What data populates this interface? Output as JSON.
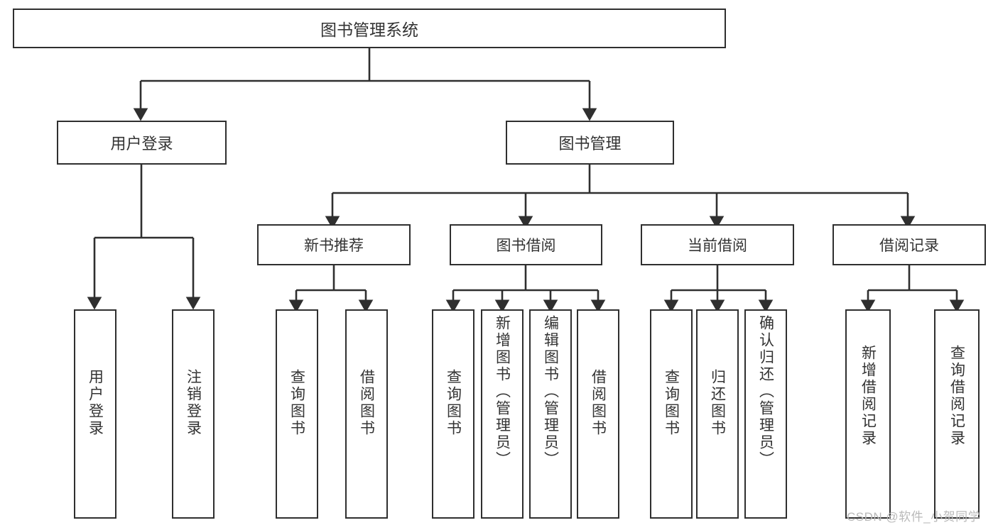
{
  "diagram": {
    "title": "图书管理系统",
    "type": "hierarchy-tree",
    "root": {
      "label": "图书管理系统"
    },
    "level2": [
      {
        "label": "用户登录"
      },
      {
        "label": "图书管理"
      }
    ],
    "level3": [
      {
        "label": "新书推荐"
      },
      {
        "label": "图书借阅"
      },
      {
        "label": "当前借阅"
      },
      {
        "label": "借阅记录"
      }
    ],
    "leaves": {
      "user_login": [
        {
          "label": "用户登录"
        },
        {
          "label": "注销登录"
        }
      ],
      "new_book_recommend": [
        {
          "label": "查询图书"
        },
        {
          "label": "借阅图书"
        }
      ],
      "book_borrow": [
        {
          "label": "查询图书"
        },
        {
          "label": "新增图书（管理员）"
        },
        {
          "label": "编辑图书（管理员）"
        },
        {
          "label": "借阅图书"
        }
      ],
      "current_borrow": [
        {
          "label": "查询图书"
        },
        {
          "label": "归还图书"
        },
        {
          "label": "确认归还（管理员）"
        }
      ],
      "borrow_record": [
        {
          "label": "新增借阅记录"
        },
        {
          "label": "查询借阅记录"
        }
      ]
    }
  },
  "watermark": {
    "text": "CSDN @软件_小贺同学"
  },
  "colors": {
    "stroke": "#2f2f2f",
    "text": "#333333",
    "background": "#ffffff",
    "watermark": "#b9b9b9"
  }
}
